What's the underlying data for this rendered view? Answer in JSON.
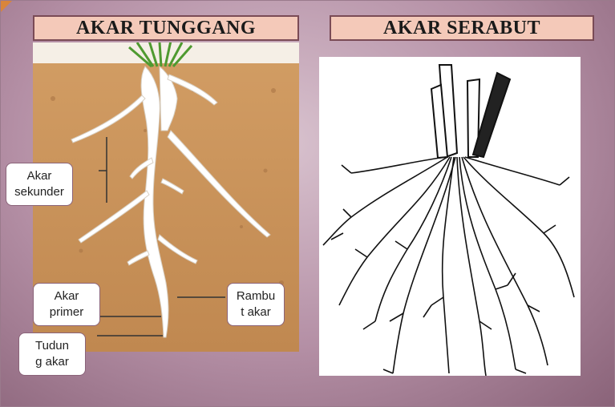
{
  "titles": {
    "left": "AKAR TUNGGANG",
    "right": "AKAR SERABUT"
  },
  "labels": {
    "secondary": "Akar\nsekunder",
    "primary": "Akar\nprimer",
    "root_hair": "Rambu\nt akar",
    "root_cap": "Tudun\ng akar"
  },
  "colors": {
    "title_bg": "#f4c9b9",
    "soil": "#c9935a",
    "grass": "#5aa53a"
  }
}
